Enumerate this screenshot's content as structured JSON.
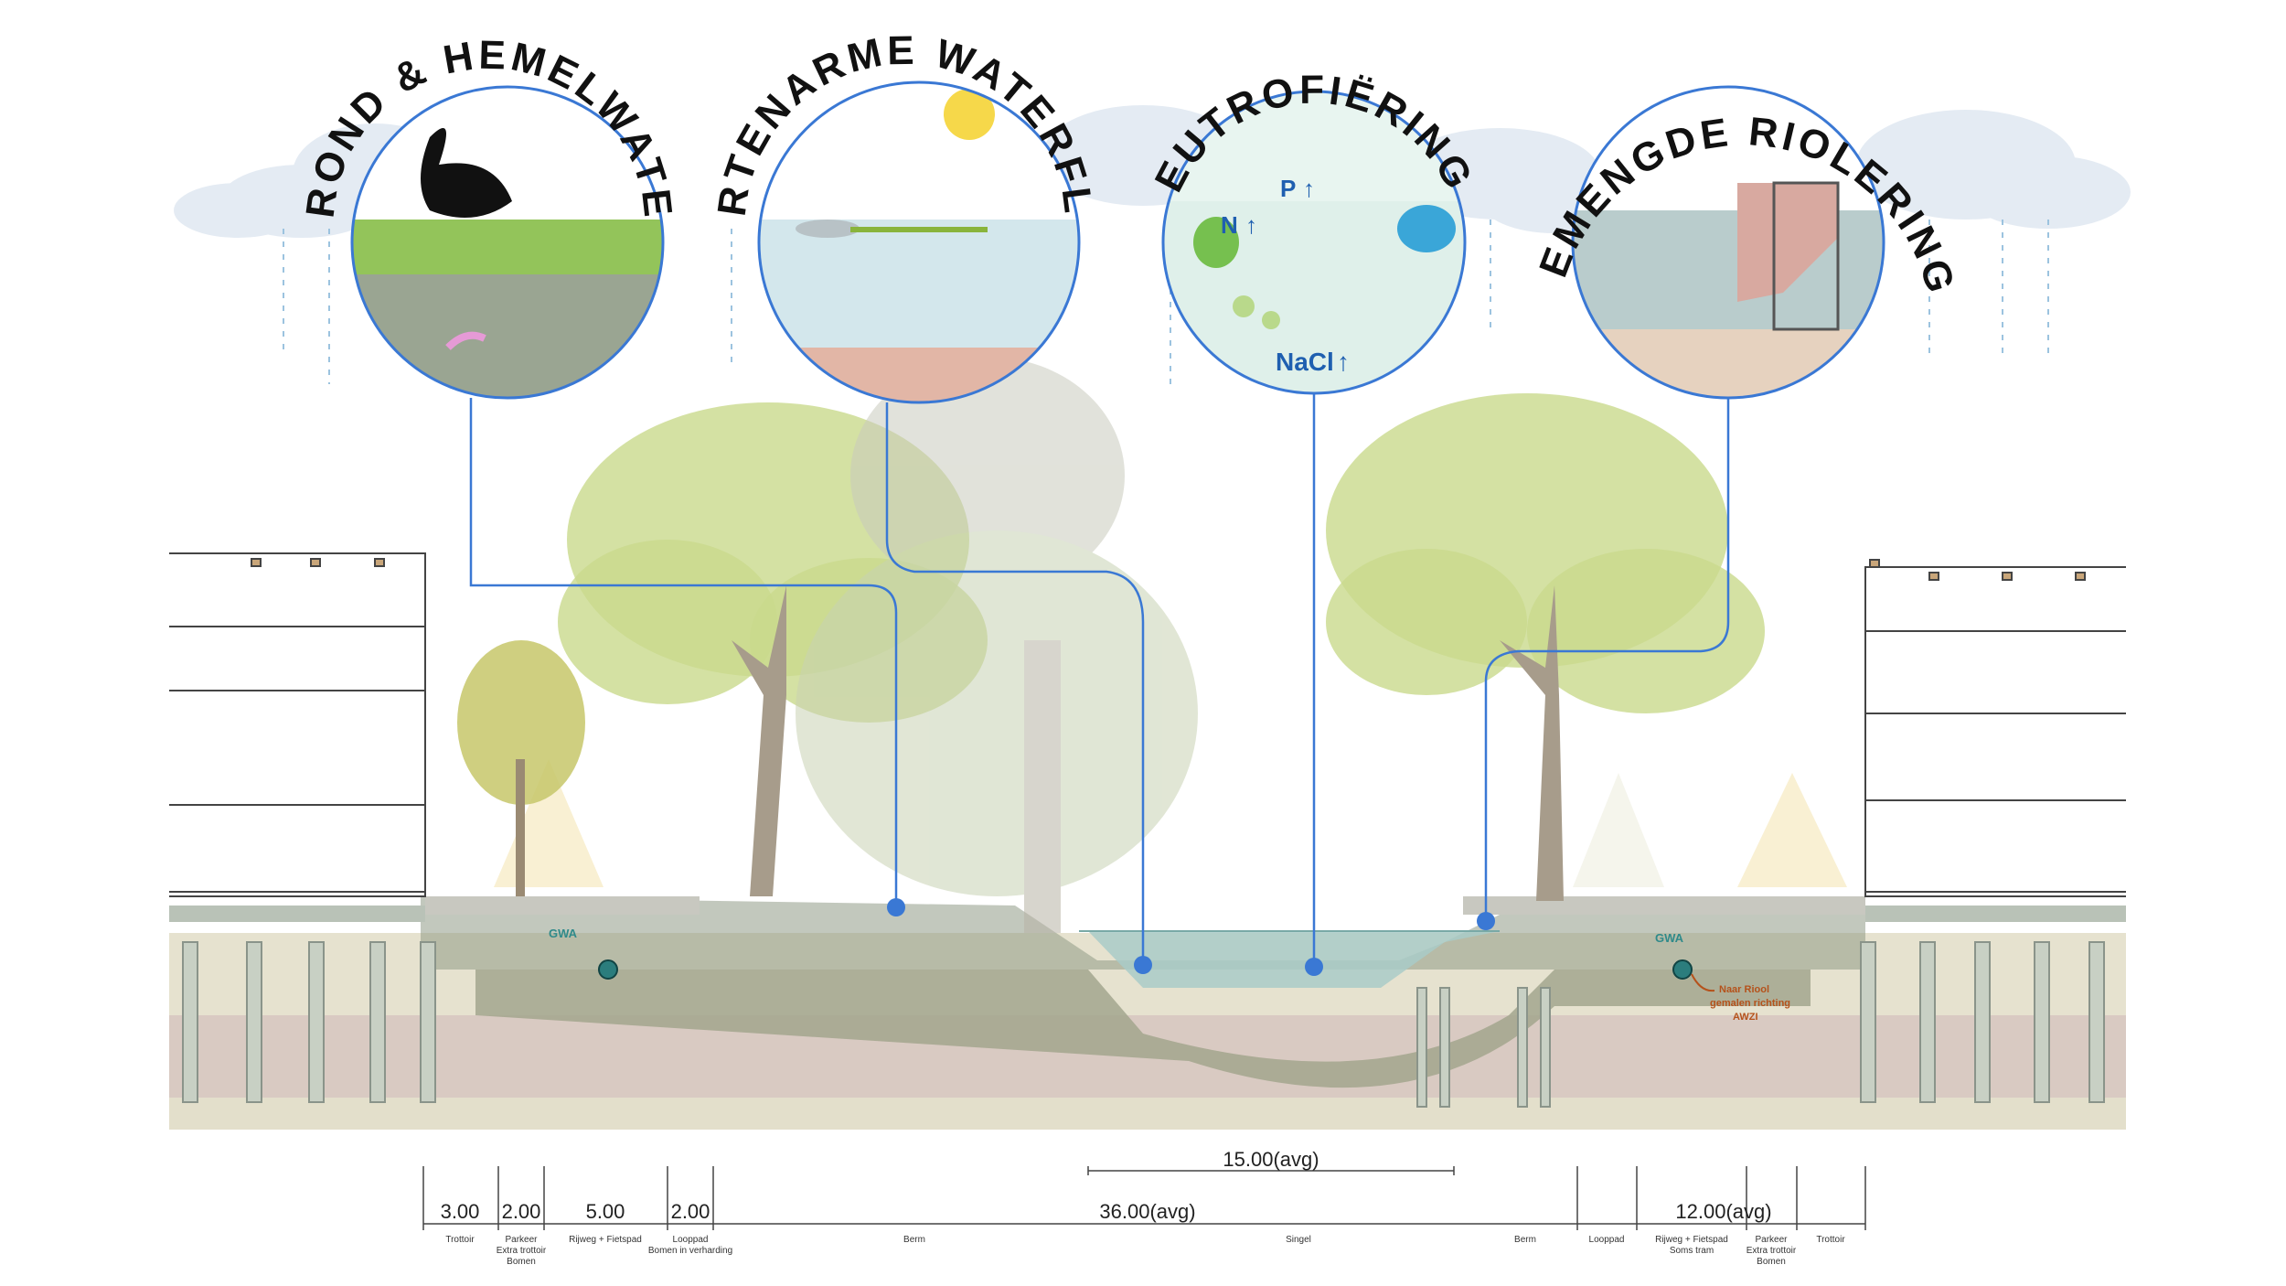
{
  "bubbles": [
    {
      "title": "GROND & HEMELWATER"
    },
    {
      "title": "SOORTENARME WATERFLORA"
    },
    {
      "title": "EUTROFIËRING"
    },
    {
      "title": "OVERSTORT GEMENGDE RIOLERING NAAR SINGEL"
    }
  ],
  "chem": {
    "p": "P",
    "n": "N",
    "nacl": "NaCl"
  },
  "section_labels": {
    "gwa_left": "GWA",
    "gwa_right": "GWA",
    "sewer_note": [
      "Naar Riool",
      "gemalen richting",
      "AWZI"
    ]
  },
  "dimensions": {
    "left": [
      "3.00",
      "2.00",
      "5.00",
      "2.00"
    ],
    "center_top": "15.00(avg)",
    "center": "36.00(avg)",
    "right": "12.00(avg)"
  },
  "zones": [
    {
      "label": [
        "Trottoir"
      ]
    },
    {
      "label": [
        "Parkeer",
        "Extra trottoir",
        "Bomen"
      ]
    },
    {
      "label": [
        "Rijweg + Fietspad"
      ]
    },
    {
      "label": [
        "Looppad",
        "Bomen in verharding"
      ]
    },
    {
      "label": [
        "Berm"
      ]
    },
    {
      "label": [
        "Singel"
      ]
    },
    {
      "label": [
        "Berm"
      ]
    },
    {
      "label": [
        "Looppad"
      ]
    },
    {
      "label": [
        "Rijweg + Fietspad",
        "Soms tram"
      ]
    },
    {
      "label": [
        "Parkeer",
        "Extra trottoir",
        "Bomen"
      ]
    },
    {
      "label": [
        "Trottoir"
      ]
    }
  ],
  "colors": {
    "callout_line": "#3a78d4",
    "water": "#cfe8e6",
    "foliage": "#c9d98c",
    "soil": "#d8d0b8",
    "subsoil": "#cfc0bb"
  }
}
